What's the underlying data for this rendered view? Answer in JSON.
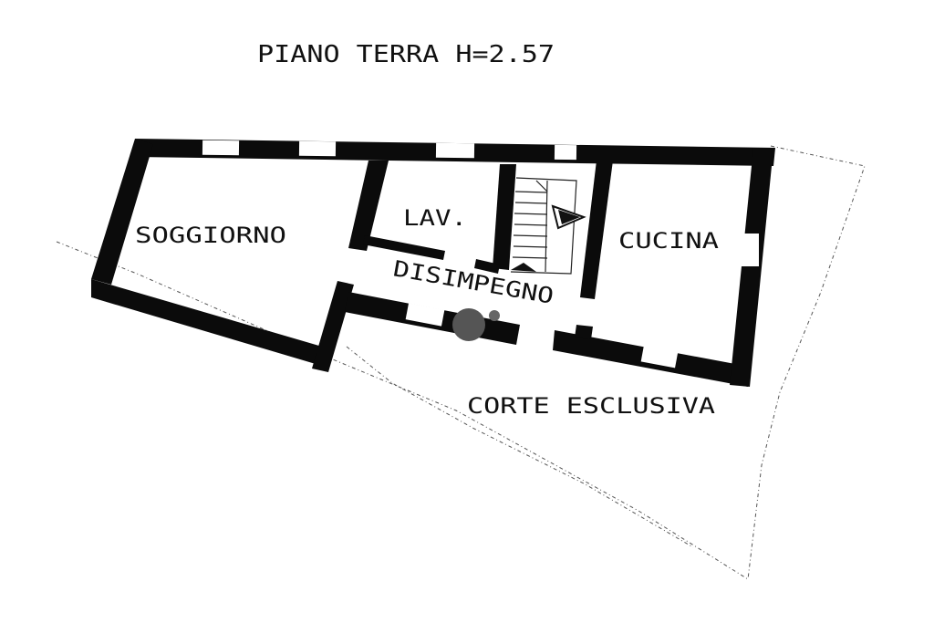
{
  "plan": {
    "title": "PIANO TERRA H=2.57",
    "rooms": {
      "soggiorno": "SOGGIORNO",
      "lav": "LAV.",
      "cucina": "CUCINA",
      "disimpegno": "DISIMPEGNO",
      "corte": "CORTE ESCLUSIVA"
    }
  },
  "colors": {
    "wall": "#0b0b0b",
    "background": "#ffffff",
    "boundary": "#555555"
  }
}
